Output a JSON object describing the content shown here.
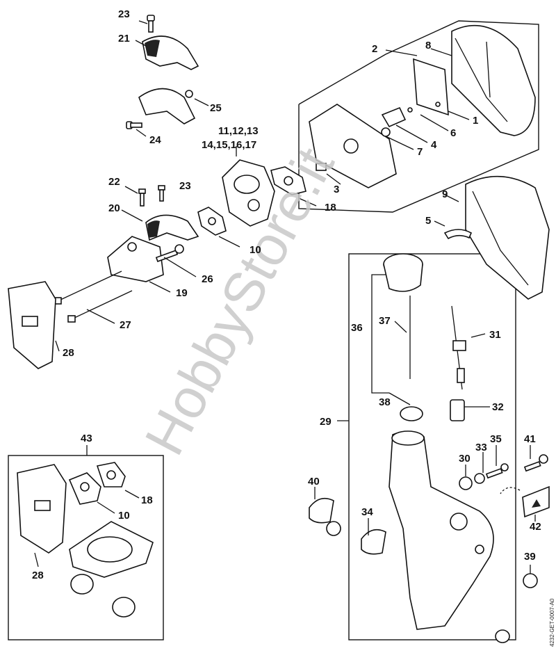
{
  "watermark": "HobbyStore.it",
  "drawing_code": "4232-GET-0007-A0",
  "labels": {
    "p1": "1",
    "p2": "2",
    "p3": "3",
    "p4": "4",
    "p5": "5",
    "p6": "6",
    "p7": "7",
    "p8": "8",
    "p9": "9",
    "p10": "10",
    "p10b": "10",
    "p11_13": "11,12,13",
    "p14_17": "14,15,16,17",
    "p18": "18",
    "p18b": "18",
    "p19": "19",
    "p20": "20",
    "p21": "21",
    "p22": "22",
    "p23": "23",
    "p23b": "23",
    "p24": "24",
    "p25": "25",
    "p26": "26",
    "p27": "27",
    "p28": "28",
    "p28b": "28",
    "p29": "29",
    "p30": "30",
    "p31": "31",
    "p32": "32",
    "p33": "33",
    "p34": "34",
    "p35": "35",
    "p36": "36",
    "p37": "37",
    "p38": "38",
    "p39": "39",
    "p40": "40",
    "p41": "41",
    "p42": "42",
    "p43": "43"
  }
}
